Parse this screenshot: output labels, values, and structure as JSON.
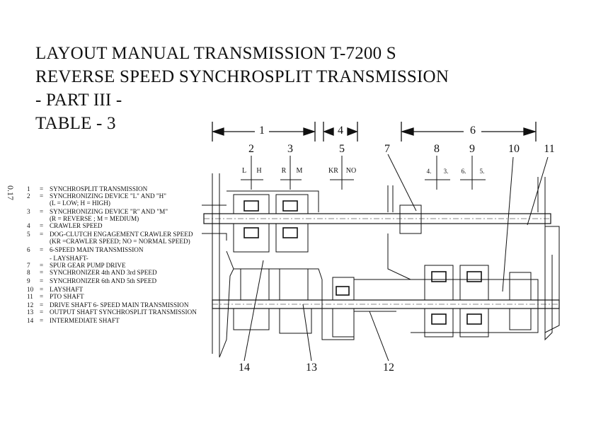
{
  "titles": [
    "LAYOUT MANUAL TRANSMISSION T-7200 S",
    "REVERSE SPEED SYNCHROSPLIT TRANSMISSION",
    "- PART III -",
    "TABLE - 3"
  ],
  "stamp": "0.17",
  "legend": [
    {
      "n": "1",
      "t": "SYNCHROSPLIT TRANSMISSION"
    },
    {
      "n": "2",
      "t": "SYNCHRONIZING DEVICE \"L\" AND \"H\""
    },
    {
      "n": "",
      "t": "(L = LOW;  H = HIGH)"
    },
    {
      "n": "3",
      "t": "SYNCHRONIZING DEVICE \"R\" AND \"M\""
    },
    {
      "n": "",
      "t": "(R = REVERSE ; M = MEDIUM)"
    },
    {
      "n": "4",
      "t": "CRAWLER SPEED"
    },
    {
      "n": "5",
      "t": "DOG-CLUTCH ENGAGEMENT CRAWLER SPEED"
    },
    {
      "n": "",
      "t": "(KR =CRAWLER SPEED; NO = NORMAL SPEED)"
    },
    {
      "n": "6",
      "t": "6-SPEED MAIN TRANSMISSION"
    },
    {
      "n": "",
      "t": "- LAYSHAFT-"
    },
    {
      "n": "7",
      "t": "SPUR GEAR PUMP DRIVE"
    },
    {
      "n": "8",
      "t": "SYNCHRONIZER 4th AND 3rd SPEED"
    },
    {
      "n": "9",
      "t": "SYNCHRONIZER 6th  AND 5th SPEED"
    },
    {
      "n": "10",
      "t": "LAYSHAFT"
    },
    {
      "n": "11",
      "t": "PTO SHAFT"
    },
    {
      "n": "12",
      "t": "DRIVE SHAFT 6- SPEED MAIN TRANSMISSION"
    },
    {
      "n": "13",
      "t": "OUTPUT SHAFT SYNCHROSPLIT TRANSMISSION"
    },
    {
      "n": "14",
      "t": "INTERMEDIATE SHAFT"
    }
  ],
  "eq": "=",
  "dims": {
    "d1": "1",
    "d4": "4",
    "d6": "6"
  },
  "callouts": {
    "c2": "2",
    "c3": "3",
    "c5": "5",
    "c7": "7",
    "c8": "8",
    "c9": "9",
    "c10": "10",
    "c11": "11",
    "c12": "12",
    "c13": "13",
    "c14": "14"
  },
  "shift": {
    "L": "L",
    "H": "H",
    "R": "R",
    "M": "M",
    "KR": "KR",
    "NO": "NO",
    "s4": "4.",
    "s3": "3.",
    "s6": "6.",
    "s5": "5."
  }
}
